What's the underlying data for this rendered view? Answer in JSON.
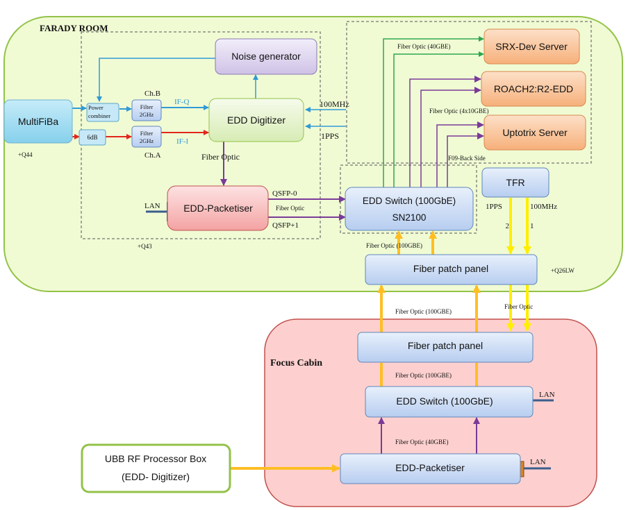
{
  "regions": {
    "faraday_room": "FARADY ROOM",
    "focus_cabin": "Focus Cabin",
    "back_side": "F09-Back Side"
  },
  "boxes": {
    "multifiba": "MultiFiBa",
    "power_combiner_1": "Power",
    "power_combiner_2": "combiner",
    "attenuator": "6dB",
    "filter_b_1": "Filter",
    "filter_b_2": "2GHz",
    "filter_a_1": "Filter",
    "filter_a_2": "2GHz",
    "noise_generator": "Noise generator",
    "edd_digitizer": "EDD Digitizer",
    "edd_packetiser": "EDD-Packetiser",
    "edd_switch_1": "EDD Switch (100GbE)",
    "edd_switch_2": "SN2100",
    "srx_dev_server": "SRX-Dev Server",
    "roach2": "ROACH2:R2-EDD",
    "uptotrix_server": "Uptotrix Server",
    "tfr": "TFR",
    "fiber_patch_panel_top": "Fiber patch panel",
    "fiber_patch_panel_bottom": "Fiber patch panel",
    "cabin_switch": "EDD Switch (100GbE)",
    "cabin_packetiser": "EDD-Packetiser",
    "ubb_1": "UBB RF Processor Box",
    "ubb_2": "(EDD- Digitizer)"
  },
  "labels": {
    "ch_b": "Ch.B",
    "ch_a": "Ch.A",
    "if_q": "IF-Q",
    "if_i": "IF-I",
    "freq_100mhz": "100MHz",
    "pps": "1PPS",
    "fiber_optic": "Fiber Optic",
    "lan_left": "LAN",
    "qsfp0": "QSFP-0",
    "qsfp1": "QSFP+1",
    "fiber_optic_small": "Fiber Optic",
    "fo_40gbe_top": "Fiber Optic (40GBE)",
    "fo_4x10gbe": "Fiber Optic (4x10GBE)",
    "fo_100gbe_switch": "Fiber Optic (100GBE)",
    "tfr_1pps": "1PPS",
    "tfr_100mhz": "100MHz",
    "tfr_2": "2",
    "tfr_1": "1",
    "q44": "+Q44",
    "q43": "+Q43",
    "q26lw": "+Q26LW",
    "fo_100gbe_mid": "Fiber Optic (100GBE)",
    "fo_yellow": "Fiber Optic",
    "fo_100gbe_cabin": "Fiber Optic (100GBE)",
    "fo_40gbe_cabin": "Fiber Optic (40GBE)",
    "lan_switch": "LAN",
    "lan_packetiser": "LAN"
  },
  "colors": {
    "faraday_fill": "#f0fbd4",
    "faraday_stroke": "#93c249",
    "cabin_fill": "#fdd0cf",
    "cabin_stroke": "#c0504d",
    "blue_box": "#c6daf6",
    "green_box": "#e5f4cc",
    "purple_box": "#ddd4ee",
    "red_box": "#f9b8b8",
    "orange_box": "#fbc79d",
    "cyan_box": "#9ddcf2",
    "wire_blue": "#2f9ad6",
    "wire_red": "#e3261a",
    "wire_purple": "#7a3a98",
    "wire_green": "#2da84c",
    "wire_yellow": "#ffee00",
    "wire_orange": "#ffbe24",
    "connector": "#3b5e8c",
    "connector_orange": "#d9822b"
  }
}
